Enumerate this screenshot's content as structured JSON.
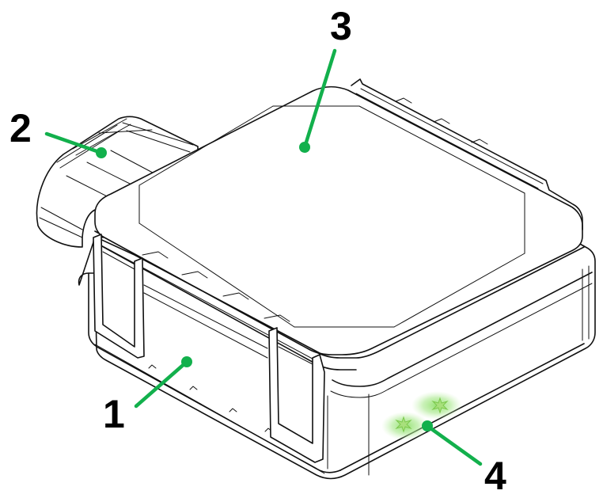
{
  "figure": {
    "type": "device-part-callout-diagram",
    "leader_color": "#12b04c",
    "led_glow_color": "#7fd65c",
    "line_color": "#111111"
  },
  "callouts": [
    {
      "number": "1",
      "part": "housing-body"
    },
    {
      "number": "2",
      "part": "connector"
    },
    {
      "number": "3",
      "part": "top-cover"
    },
    {
      "number": "4",
      "part": "led-indicators"
    }
  ]
}
